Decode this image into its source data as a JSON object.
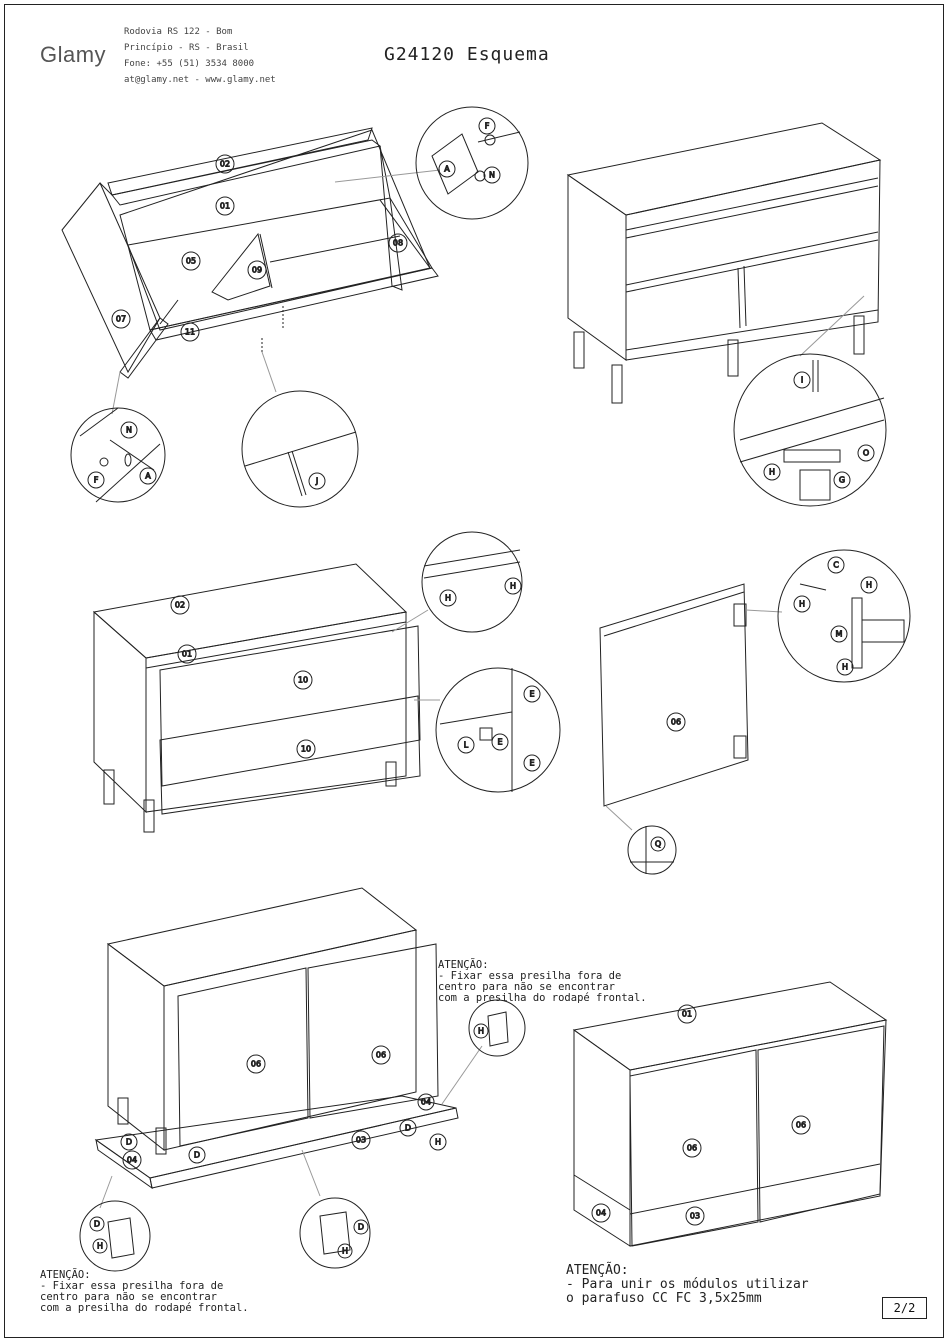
{
  "header": {
    "brand": "Glamy",
    "address_lines": [
      "Rodovia RS 122 - Bom",
      "Princípio - RS - Brasil",
      "Fone: +55 (51) 3534 8000",
      "at@glamy.net - www.glamy.net"
    ],
    "title": "G24120 Esquema"
  },
  "notes": {
    "upper_right": {
      "heading": "ATENÇÃO:",
      "lines": [
        "- Fixar essa presilha fora de",
        "centro para não se encontrar",
        "com a presilha do rodapé frontal."
      ]
    },
    "lower_left": {
      "heading": "ATENÇÃO:",
      "lines": [
        "- Fixar essa presilha fora de",
        "centro para não se encontrar",
        "com a presilha do rodapé frontal."
      ]
    },
    "lower_right": {
      "heading": "ATENÇÃO:",
      "lines": [
        "- Para unir os módulos utilizar",
        "o parafuso CC FC 3,5x25mm"
      ]
    }
  },
  "page": {
    "number": "2/2"
  },
  "callouts": {
    "s1": [
      "02",
      "01",
      "05",
      "09",
      "08",
      "07",
      "11"
    ],
    "s1_detail_a": [
      "F",
      "A",
      "N"
    ],
    "s1_detail_b": [
      "N",
      "F",
      "A"
    ],
    "s1_detail_c": [
      "J"
    ],
    "s2_detail": [
      "I",
      "O",
      "H",
      "G"
    ],
    "s3": [
      "02",
      "01",
      "10",
      "10"
    ],
    "s3_detail_a": [
      "H",
      "H"
    ],
    "s3_detail_b": [
      "E",
      "L",
      "E",
      "E"
    ],
    "s4": [
      "06"
    ],
    "s4_detail_a": [
      "C",
      "H",
      "H",
      "M",
      "H"
    ],
    "s4_detail_b": [
      "Q"
    ],
    "s5": [
      "06",
      "06",
      "04",
      "03",
      "04",
      "D",
      "D",
      "H",
      "D"
    ],
    "s5_detail_a": [
      "H"
    ],
    "s5_detail_b": [
      "D",
      "H"
    ],
    "s5_detail_c": [
      "D",
      "H"
    ],
    "s6": [
      "01",
      "06",
      "06",
      "04",
      "03"
    ]
  }
}
